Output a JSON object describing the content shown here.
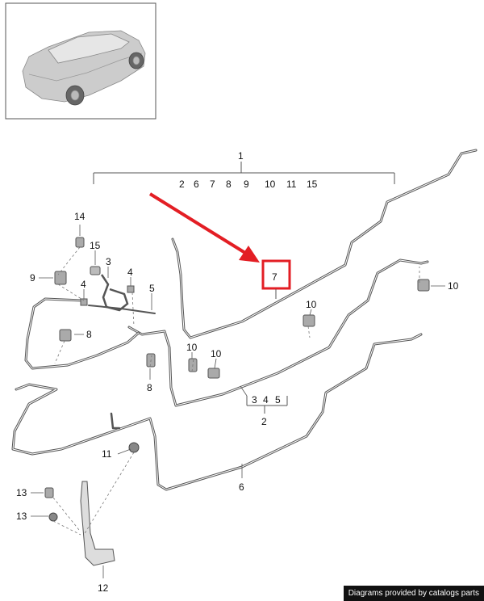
{
  "callouts": {
    "c1": "1",
    "group1": [
      "2",
      "6",
      "7",
      "8",
      "9",
      "10",
      "11",
      "15"
    ],
    "highlight": "7",
    "group2": [
      "3",
      "4",
      "5"
    ],
    "c2": "2",
    "c3": "3",
    "c4a": "4",
    "c4b": "4",
    "c5": "5",
    "c6": "6",
    "c8a": "8",
    "c8b": "8",
    "c9": "9",
    "c10a": "10",
    "c10b": "10",
    "c10c": "10",
    "c10d": "10",
    "c11": "11",
    "c12": "12",
    "c13a": "13",
    "c13b": "13",
    "c14": "14",
    "c15": "15"
  },
  "credit": "Diagrams provided by catalogs parts",
  "colors": {
    "line": "#555555",
    "highlight": "#e31e24",
    "arrow": "#e31e24"
  }
}
